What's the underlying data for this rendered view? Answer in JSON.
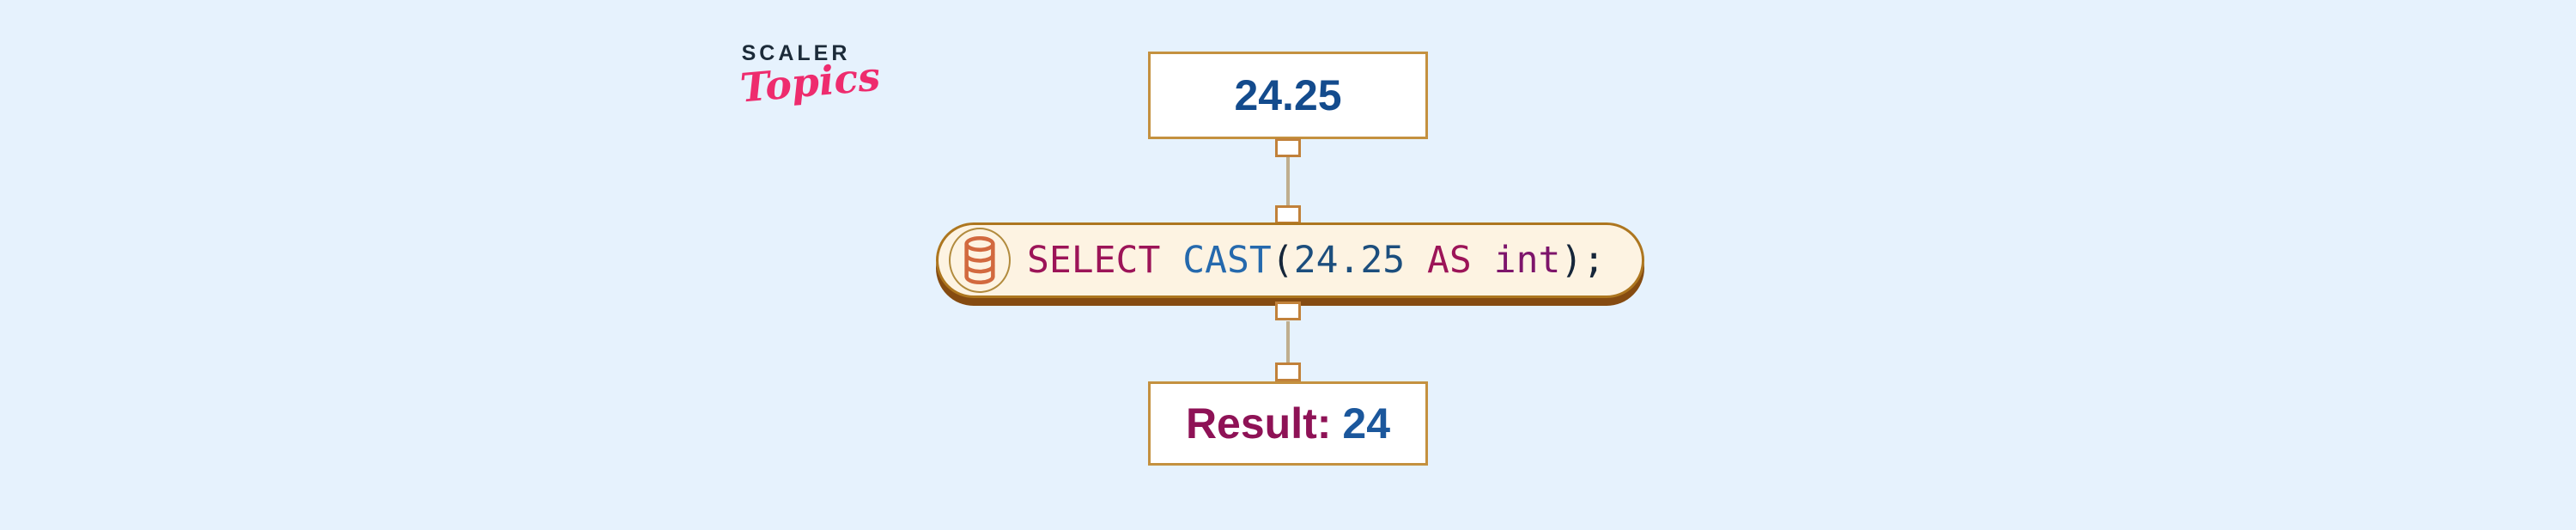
{
  "colors": {
    "background": "#e6f2fd",
    "box_border": "#c4913f",
    "box_bg": "#ffffff",
    "pill_bg": "#fdf3e2",
    "pill_border": "#ad761f",
    "pill_shadow": "#854b11",
    "connector_line": "#bfae8e",
    "connector_square_border": "#c1813a",
    "db_icon": "#d2693f",
    "db_ring": "#b28b3e",
    "input_text": "#134b8d",
    "result_label": "#8e1256",
    "result_value": "#1b579c",
    "brand_text": "#1c2b39",
    "sub_text": "#ee2c6e"
  },
  "logo": {
    "brand": "SCALER",
    "sub": "Topics"
  },
  "flow": {
    "input_value": "24.25",
    "query": {
      "full_text": "SELECT CAST(24.25 AS int);",
      "icon": "database-icon",
      "tokens": [
        {
          "text": "SELECT",
          "color": "#9c1458"
        },
        {
          "text": " ",
          "color": "#16263a"
        },
        {
          "text": "CAST",
          "color": "#2569ad"
        },
        {
          "text": "(",
          "color": "#16263a"
        },
        {
          "text": "24.25",
          "color": "#1c4e7d"
        },
        {
          "text": " ",
          "color": "#16263a"
        },
        {
          "text": "AS",
          "color": "#9c1458"
        },
        {
          "text": " ",
          "color": "#16263a"
        },
        {
          "text": "int",
          "color": "#7d156b"
        },
        {
          "text": ");",
          "color": "#16263a"
        }
      ]
    },
    "result_label": "Result:",
    "result_value": "24"
  }
}
